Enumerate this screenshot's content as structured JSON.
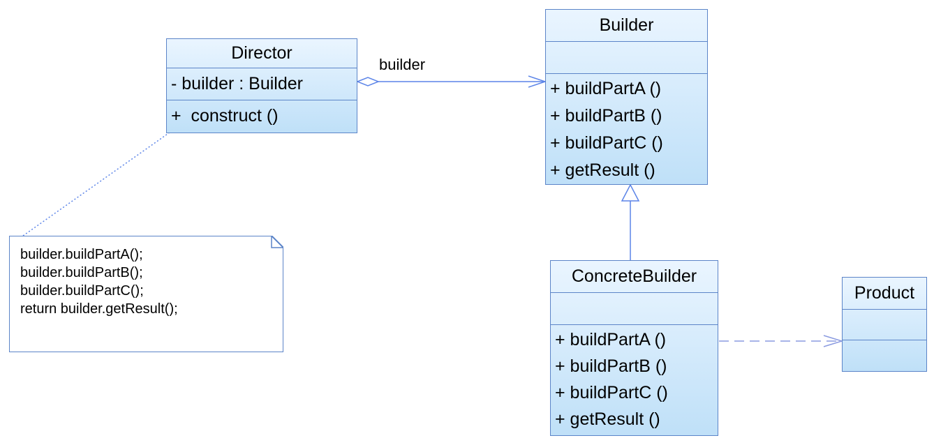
{
  "colors": {
    "border": "#5b84c8",
    "fill_top": "#eaf5ff",
    "fill_bottom": "#bfe0f8",
    "line": "#5b84e8"
  },
  "director": {
    "name": "Director",
    "attributes": [
      "- builder : Builder"
    ],
    "operations": [
      "+  construct ()"
    ]
  },
  "builder": {
    "name": "Builder",
    "operations": [
      "+ buildPartA ()",
      "+ buildPartB ()",
      "+ buildPartC ()",
      "+ getResult ()"
    ]
  },
  "concrete_builder": {
    "name": "ConcreteBuilder",
    "operations": [
      "+ buildPartA ()",
      "+ buildPartB ()",
      "+ buildPartC ()",
      "+ getResult ()"
    ]
  },
  "product": {
    "name": "Product"
  },
  "association_label": "builder",
  "note": {
    "lines": [
      "builder.buildPartA();",
      "builder.buildPartB();",
      "builder.buildPartC();",
      "return builder.getResult();"
    ]
  }
}
